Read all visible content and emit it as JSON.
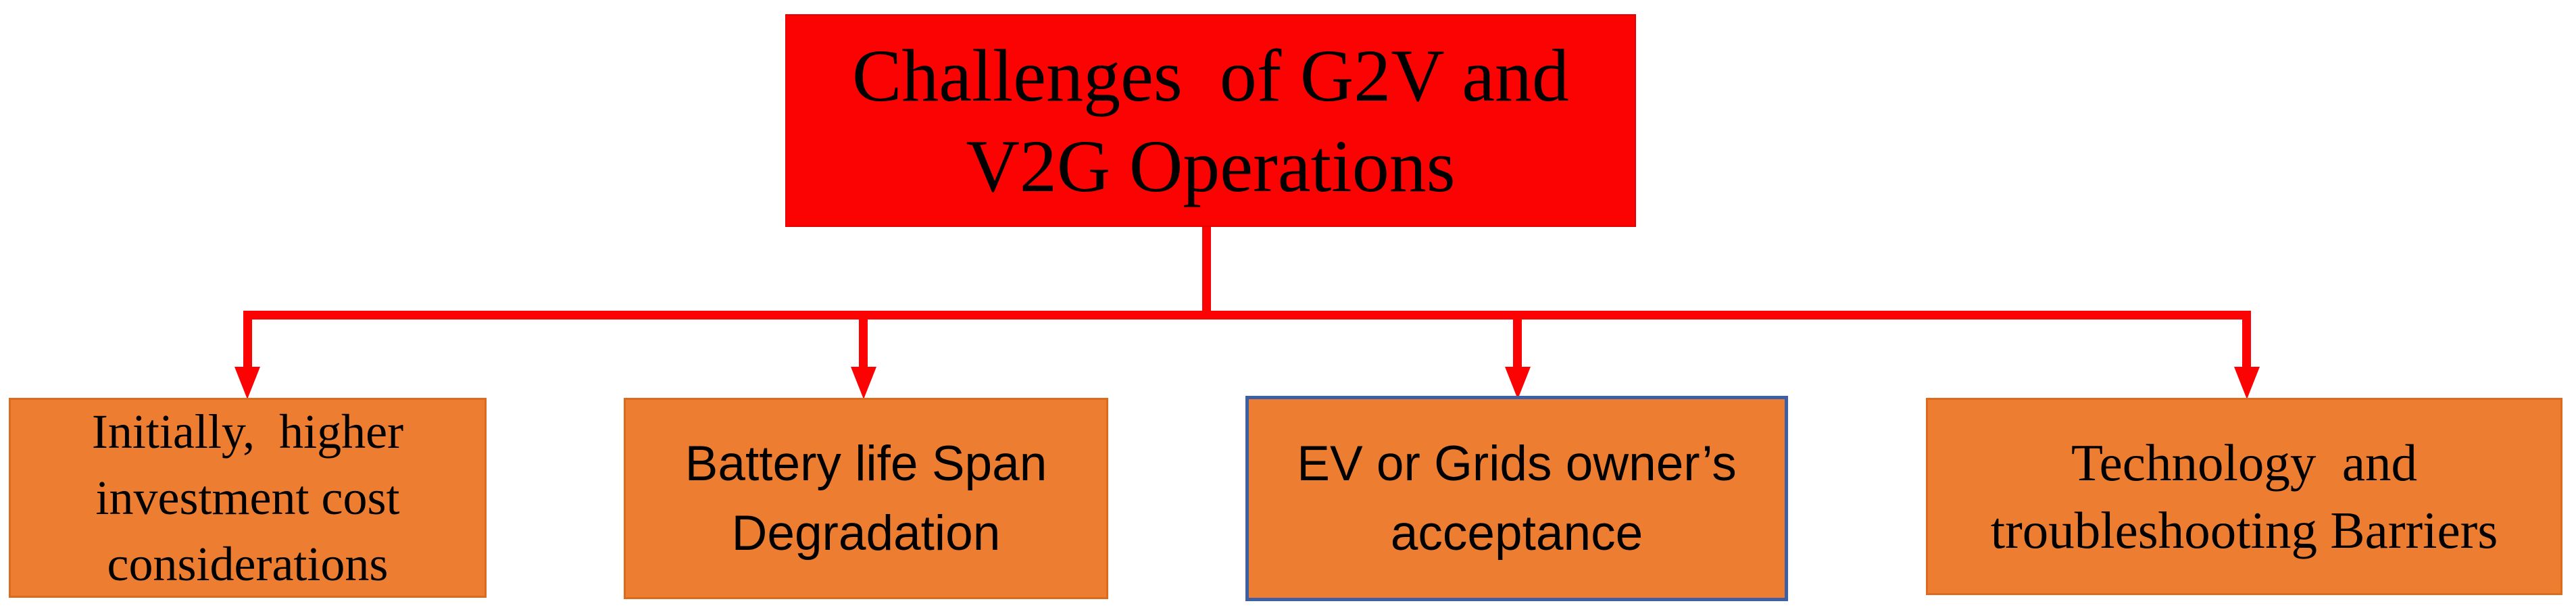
{
  "diagram_title": "Challenges of G2V and V2G Operations",
  "root_box": {
    "lines": [
      "Challenges  of G2V and",
      "V2G Operations"
    ]
  },
  "child_boxes": [
    {
      "lines": [
        "Initially,  higher",
        "investment cost",
        "considerations"
      ]
    },
    {
      "lines": [
        "Battery life Span",
        "Degradation"
      ]
    },
    {
      "lines": [
        "EV or Grids owner’s",
        "acceptance"
      ]
    },
    {
      "lines": [
        "Technology  and",
        "troubleshooting Barriers"
      ]
    }
  ],
  "colors": {
    "root_fill": "#FB0303",
    "connector_red": "#FB0303",
    "child_fill": "#ED7D31",
    "child_border_orange": "#DC6B1D",
    "child_border_blue": "#3C5FA6",
    "text": "#000000",
    "background": "#FFFFFF"
  }
}
